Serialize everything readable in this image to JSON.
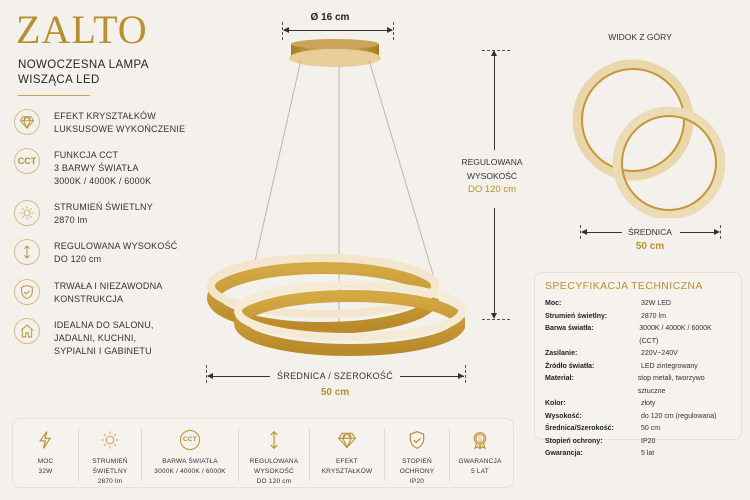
{
  "brand": {
    "name": "ZALTO",
    "subtitle_line1": "NOWOCZESNA LAMPA",
    "subtitle_line2": "WISZĄCA LED"
  },
  "features": [
    {
      "icon": "diamond-icon",
      "lines": [
        "EFEKT KRYSZTAŁKÓW",
        "LUKSUSOWE WYKOŃCZENIE"
      ]
    },
    {
      "icon": "cct-icon",
      "icon_text": "CCT",
      "lines": [
        "FUNKCJA CCT",
        "3 BARWY ŚWIATŁA",
        "3000K / 4000K / 6000K"
      ]
    },
    {
      "icon": "sun-icon",
      "lines": [
        "STRUMIEŃ ŚWIETLNY",
        "2870 lm"
      ]
    },
    {
      "icon": "vertical-arrows-icon",
      "lines": [
        "REGULOWANA WYSOKOŚĆ",
        "DO 120 cm"
      ]
    },
    {
      "icon": "shield-check-icon",
      "lines": [
        "TRWAŁA I NIEZAWODNA",
        "KONSTRUKCJA"
      ]
    },
    {
      "icon": "house-icon",
      "lines": [
        "IDEALNA DO SALONU,",
        "JADALNI, KUCHNI,",
        "SYPIALNI I GABINETU"
      ]
    }
  ],
  "dimensions": {
    "canopy": "Ø 16 cm",
    "height_label_1": "REGULOWANA",
    "height_label_2": "WYSOKOŚĆ",
    "height_value": "DO 120 cm",
    "width_label": "ŚREDNICA / SZEROKOŚĆ",
    "width_value": "50 cm"
  },
  "top_view": {
    "title": "WIDOK Z GÓRY",
    "label": "ŚREDNICA",
    "value": "50 cm"
  },
  "spec": {
    "title": "SPECYFIKACJA TECHNICZNA",
    "rows": [
      {
        "k": "Moc:",
        "v": "32W LED"
      },
      {
        "k": "Strumień świetlny:",
        "v": "2870 lm"
      },
      {
        "k": "Barwa światła:",
        "v": "3000K / 4000K / 6000K (CCT)"
      },
      {
        "k": "Zasilanie:",
        "v": "220V~240V"
      },
      {
        "k": "Źródło światła:",
        "v": "LED zintegrowany"
      },
      {
        "k": "Materiał:",
        "v": "stop metali, tworzywo sztuczne"
      },
      {
        "k": "Kolor:",
        "v": "złoty"
      },
      {
        "k": "Wysokość:",
        "v": "do 120 cm (regulowana)"
      },
      {
        "k": "Średnica/Szerokość:",
        "v": "50 cm"
      },
      {
        "k": "Stopień ochrony:",
        "v": "IP20"
      },
      {
        "k": "Gwarancja:",
        "v": "5 lat"
      }
    ]
  },
  "bottom_bar": [
    {
      "icon": "lightning-icon",
      "lines": [
        "MOC",
        "32W"
      ]
    },
    {
      "icon": "sun-icon",
      "lines": [
        "STRUMIEŃ",
        "ŚWIETLNY",
        "2870 lm"
      ]
    },
    {
      "icon": "cct-icon",
      "icon_text": "CCT",
      "lines": [
        "BARWA ŚWIATŁA",
        "3000K / 4000K / 6000K"
      ]
    },
    {
      "icon": "vertical-arrows-icon",
      "lines": [
        "REGULOWANA",
        "WYSOKOŚĆ",
        "DO 120 cm"
      ]
    },
    {
      "icon": "diamond-icon",
      "lines": [
        "EFEKT",
        "KRYSZTAŁKÓW"
      ]
    },
    {
      "icon": "shield-check-icon",
      "lines": [
        "STOPIEŃ",
        "OCHRONY",
        "IP20"
      ]
    },
    {
      "icon": "warranty-badge-icon",
      "icon_text": "5",
      "lines": [
        "GWARANCJA",
        "5 LAT"
      ]
    }
  ],
  "colors": {
    "gold": "#b8902f",
    "background": "#f4f1ec",
    "panel": "#f6f3ee",
    "text": "#2b2b2b"
  }
}
